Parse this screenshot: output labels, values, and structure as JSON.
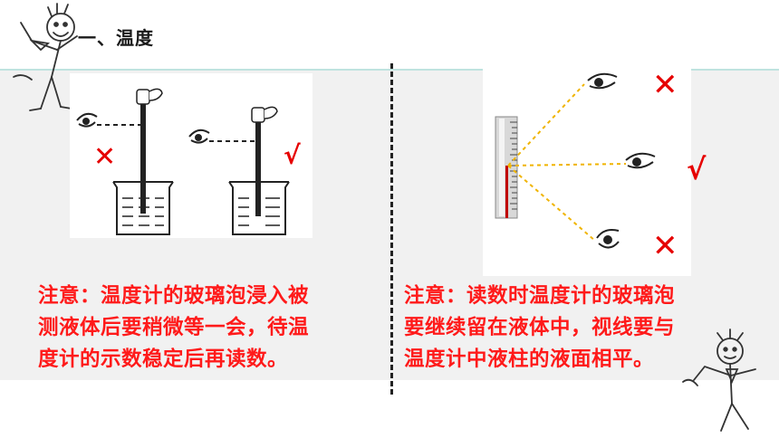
{
  "header": {
    "title": "一、温度"
  },
  "left_note": {
    "lines": [
      "注意：温度计的玻璃泡浸入被",
      "测液体后要稍微等一会，待温",
      "度计的示数稳定后再读数。"
    ]
  },
  "right_note": {
    "lines": [
      "注意：读数时温度计的玻璃泡",
      "要继续留在液体中，视线要与",
      "温度计中液柱的液面相平。"
    ]
  },
  "marks": {
    "wrong": "✕",
    "right": "√"
  },
  "colors": {
    "note": "#ff1a1a",
    "sightline": "#f0b400",
    "mercury": "#c00000"
  }
}
